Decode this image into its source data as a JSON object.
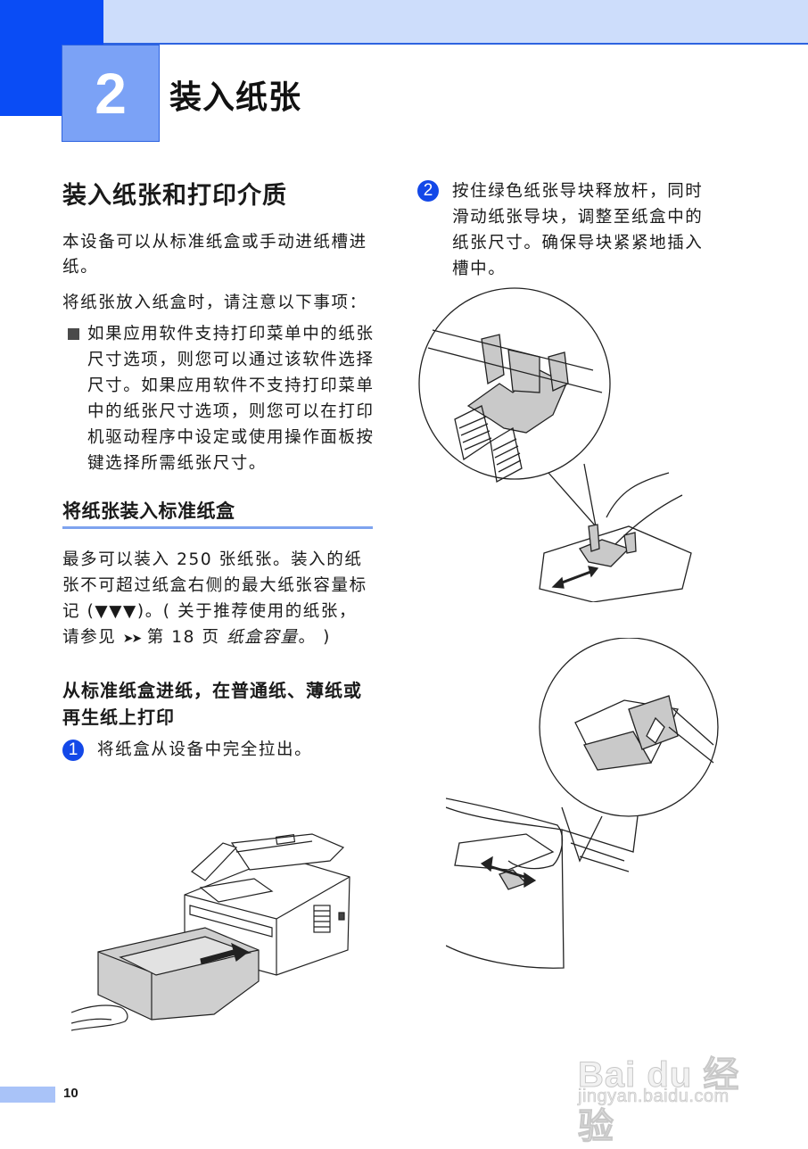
{
  "header": {
    "chapter_number": "2",
    "chapter_title": "装入纸张",
    "colors": {
      "dark_block": "#0a4cf5",
      "light_band": "#cdddfb",
      "chapter_box": "#7ba2f6",
      "rule": "#2d63e0"
    }
  },
  "left": {
    "section_title": "装入纸张和打印介质",
    "intro": "本设备可以从标准纸盒或手动进纸槽进纸。",
    "note_lead": "将纸张放入纸盒时，请注意以下事项：",
    "bullets": [
      "如果应用软件支持打印菜单中的纸张尺寸选项，则您可以通过该软件选择尺寸。如果应用软件不支持打印菜单中的纸张尺寸选项，则您可以在打印机驱动程序中设定或使用操作面板按键选择所需纸张尺寸。"
    ],
    "subsection_title": "将纸张装入标准纸盒",
    "capacity_text_1": "最多可以装入 250 张纸张。装入的纸张不可超过纸盒右侧的最大纸张容量标记 (▼▼▼)。( 关于推荐使用的纸张，请参见 ",
    "capacity_ref_arrow": "➤➤",
    "capacity_ref_page": " 第 18 页 ",
    "capacity_ref_title": "纸盒容量",
    "capacity_ref_tail": "。 )",
    "sub_subsection_title": "从标准纸盒进纸，在普通纸、薄纸或再生纸上打印",
    "step1": {
      "number": "1",
      "text": "将纸盒从设备中完全拉出。"
    },
    "figure1_icon": "fax-machine-tray-pull-illustration"
  },
  "right": {
    "step2": {
      "number": "2",
      "text": "按住绿色纸张导块释放杆，同时滑动纸张导块，调整至纸盒中的纸张尺寸。确保导块紧紧地插入槽中。"
    },
    "figure2_icon": "paper-guide-slide-illustration",
    "figure3_icon": "side-guide-slide-illustration"
  },
  "footer": {
    "page_number": "10",
    "watermark_main": "Bai du 经验",
    "watermark_url": "jingyan.baidu.com"
  },
  "accent": {
    "step_bullet": "#1348e8",
    "subsection_rule": "#7ea3ef",
    "footer_tab": "#a9c3f8"
  }
}
